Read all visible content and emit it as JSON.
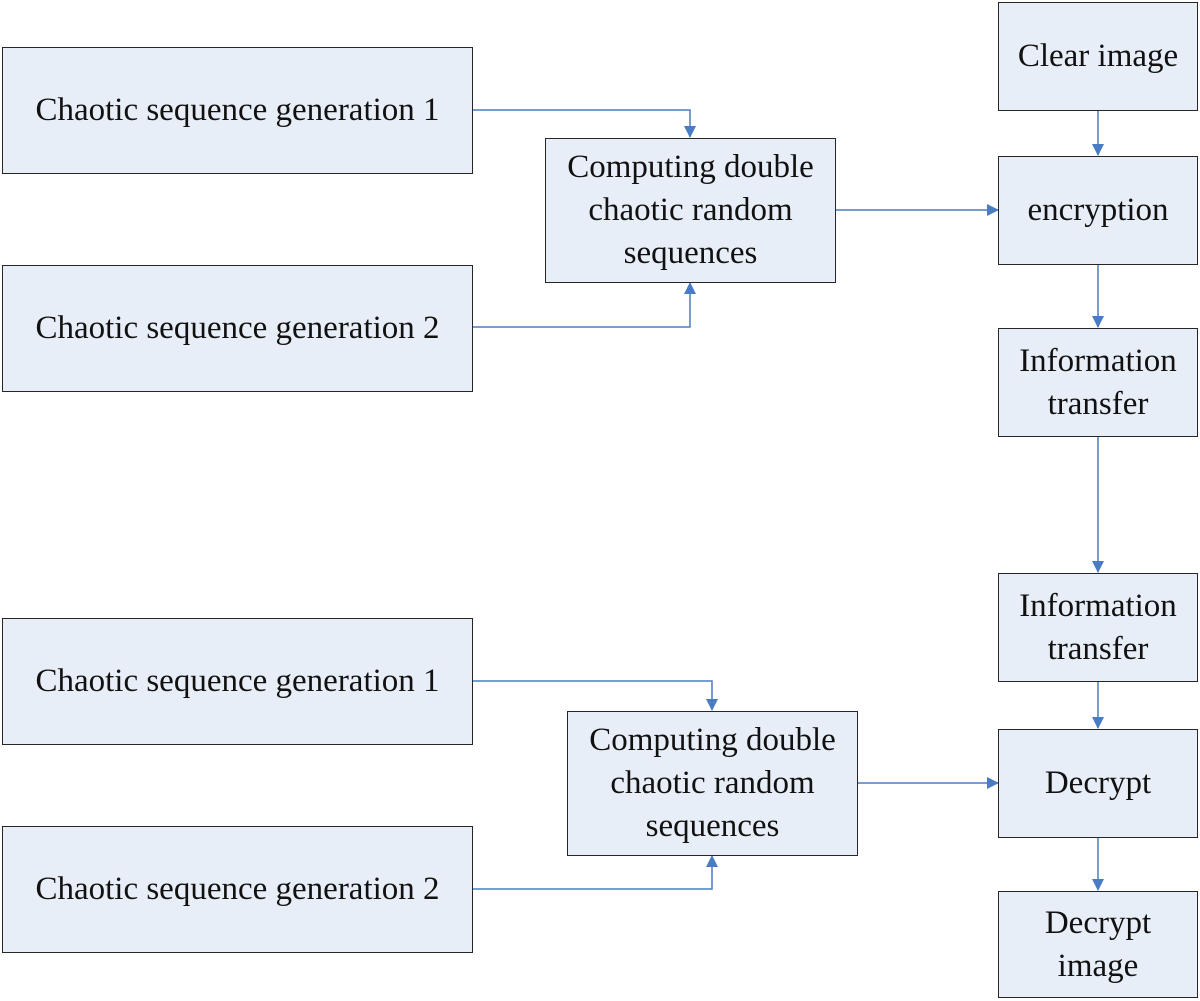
{
  "encryption_side": {
    "generator_1": "Chaotic sequence generation 1",
    "generator_2": "Chaotic sequence generation 2",
    "combiner": [
      "Computing double",
      "chaotic random",
      "sequences"
    ],
    "clear_image": "Clear image",
    "encryption": "encryption",
    "transfer": [
      "Information",
      "transfer"
    ]
  },
  "decryption_side": {
    "generator_1": "Chaotic sequence generation 1",
    "generator_2": "Chaotic sequence generation 2",
    "combiner": [
      "Computing double",
      "chaotic random",
      "sequences"
    ],
    "transfer": [
      "Information",
      "transfer"
    ],
    "decrypt": "Decrypt",
    "decrypt_image": [
      "Decrypt",
      "image"
    ]
  },
  "colors": {
    "box_fill": "#e8eef7",
    "box_border": "#262626",
    "arrow": "#4a7cc4"
  }
}
